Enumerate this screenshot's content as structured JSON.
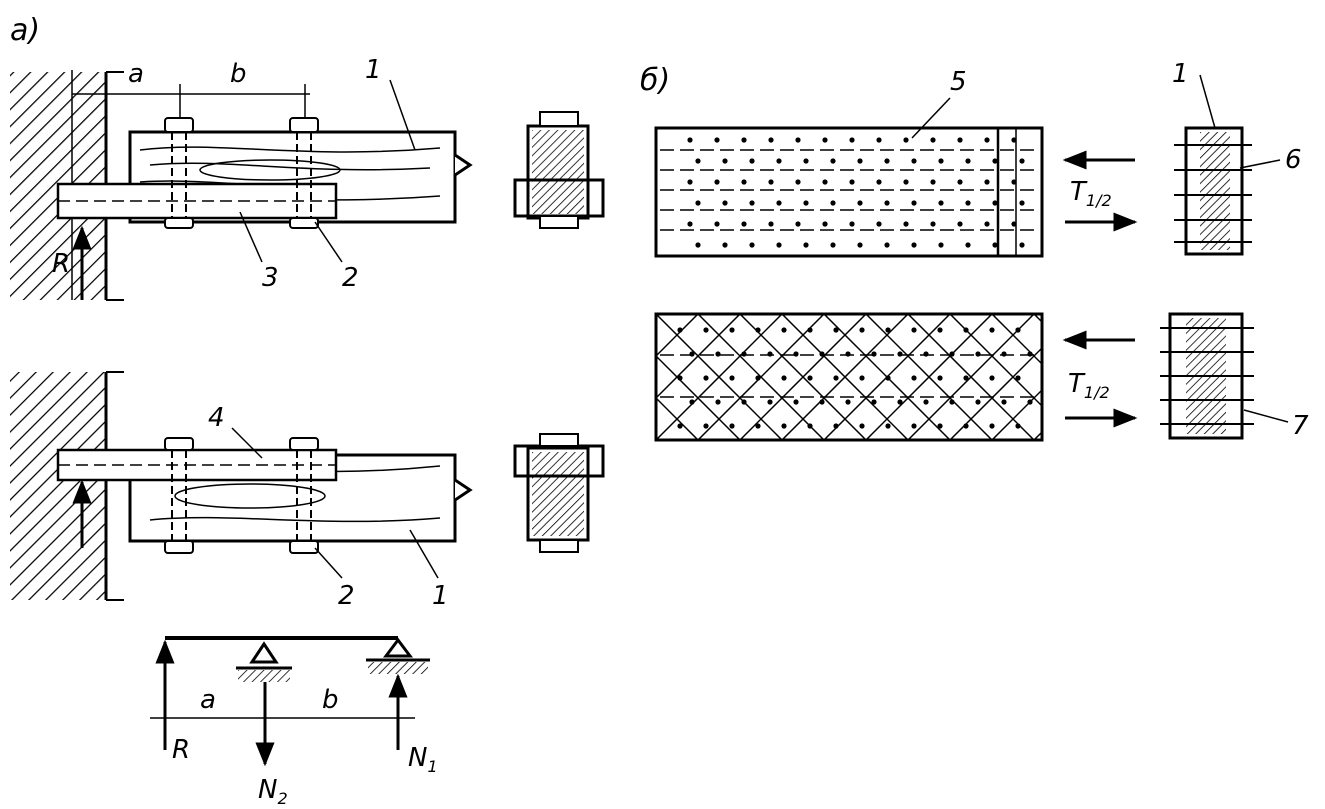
{
  "labels": {
    "fig_a": "а)",
    "fig_b": "б)",
    "dim_a_top": "a",
    "dim_b_top": "b",
    "part_1_top": "1",
    "part_3": "3",
    "part_2_top": "2",
    "reaction_R_top": "R",
    "part_4": "4",
    "part_2_bottom": "2",
    "part_1_bottom": "1",
    "scheme_a": "a",
    "scheme_b": "b",
    "scheme_R": "R",
    "scheme_N2": "N",
    "scheme_N2_sub": "2",
    "scheme_N1": "N",
    "scheme_N1_sub": "1",
    "part_5": "5",
    "part_1_right": "1",
    "part_6": "6",
    "T_top": "T",
    "T_top_sub": "1/2",
    "T_bottom": "T",
    "T_bottom_sub": "1/2",
    "part_7": "7"
  }
}
